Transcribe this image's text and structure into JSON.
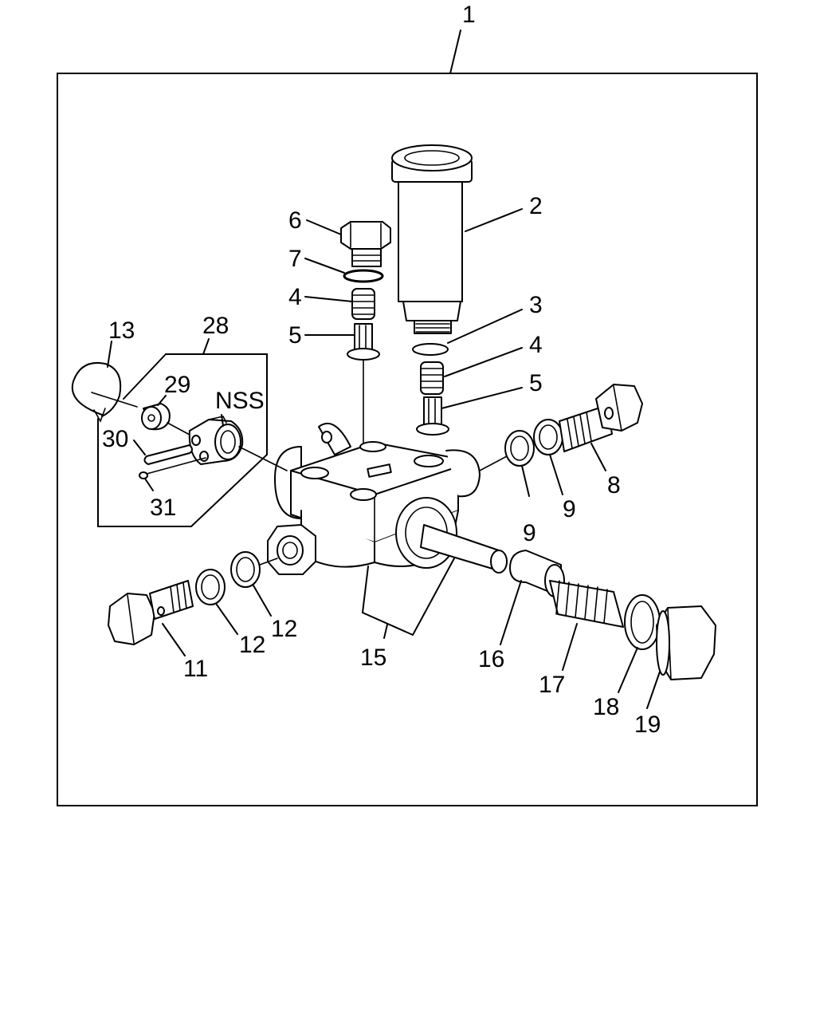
{
  "diagram": {
    "callouts": {
      "c1": "1",
      "c2": "2",
      "c3": "3",
      "c4a": "4",
      "c4b": "4",
      "c5a": "5",
      "c5b": "5",
      "c6": "6",
      "c7": "7",
      "c8": "8",
      "c9a": "9",
      "c9b": "9",
      "c11": "11",
      "c12a": "12",
      "c12b": "12",
      "c13": "13",
      "c15": "15",
      "c16": "16",
      "c17": "17",
      "c18": "18",
      "c19": "19",
      "c28": "28",
      "c29": "29",
      "c30": "30",
      "c31": "31",
      "nss": "NSS"
    }
  }
}
